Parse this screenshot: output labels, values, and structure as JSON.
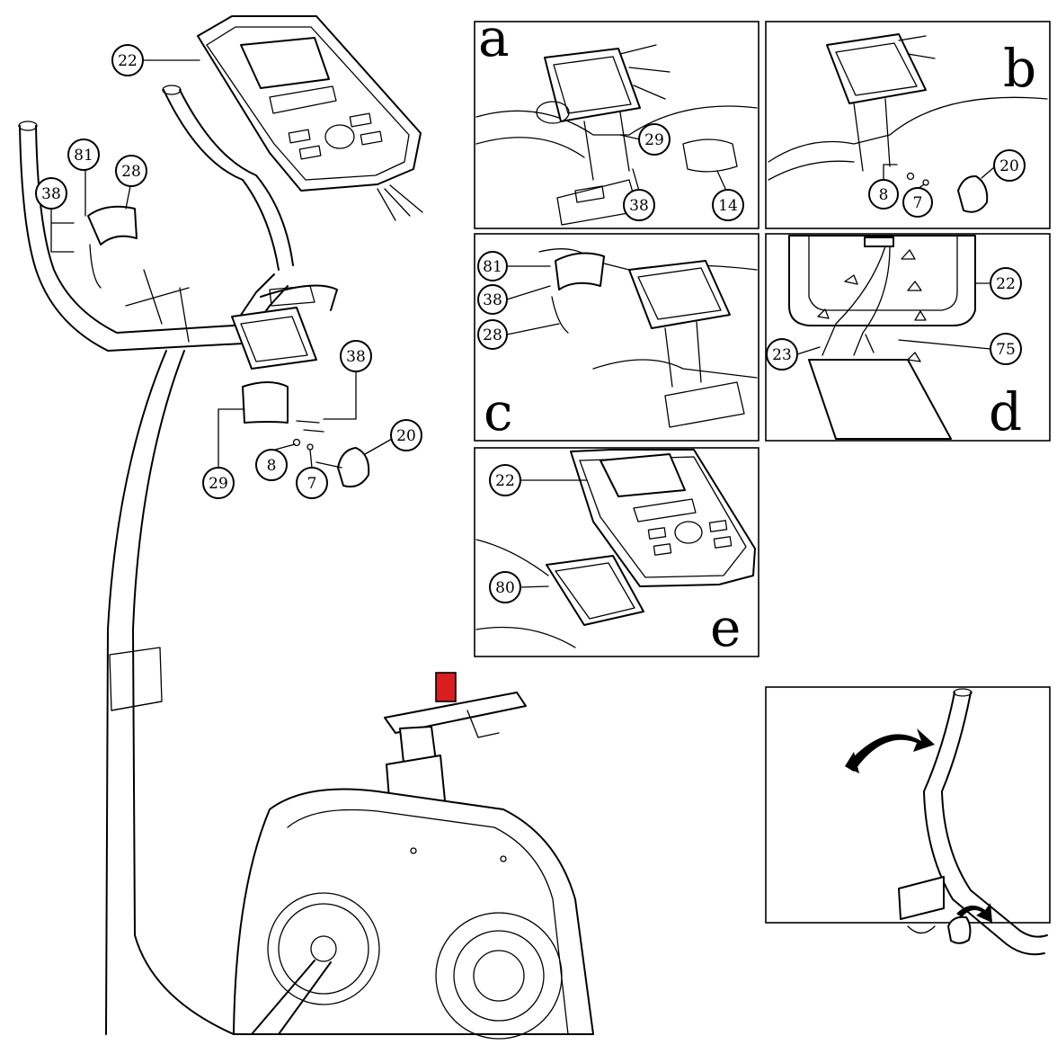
{
  "colors": {
    "line": "#000000",
    "background": "#ffffff",
    "highlight": "#d81e1e"
  },
  "main": {
    "callouts": {
      "console": "22",
      "bolt_81": "81",
      "cover_28": "28",
      "screw_38_left": "38",
      "screw_38_right": "38",
      "bracket_29": "29",
      "washer_8": "8",
      "washer_7": "7",
      "knob_20": "20"
    }
  },
  "panels": {
    "a": {
      "letter": "a",
      "callouts": {
        "p29": "29",
        "p38": "38",
        "p14": "14"
      }
    },
    "b": {
      "letter": "b",
      "callouts": {
        "p8": "8",
        "p7": "7",
        "p20": "20"
      }
    },
    "c": {
      "letter": "c",
      "callouts": {
        "p81": "81",
        "p38": "38",
        "p28": "28"
      }
    },
    "d": {
      "letter": "d",
      "callouts": {
        "p22": "22",
        "p23": "23",
        "p75": "75"
      }
    },
    "e": {
      "letter": "e",
      "callouts": {
        "p22": "22",
        "p80": "80"
      }
    }
  },
  "icons": {
    "adjust": "double-arrow-icon",
    "rotate": "curved-arrow-icon"
  }
}
